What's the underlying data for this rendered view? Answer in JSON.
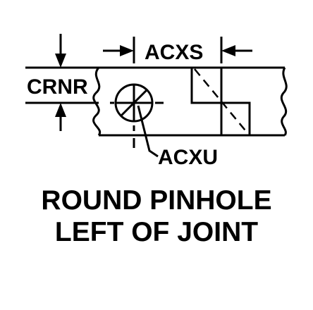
{
  "labels": {
    "crnr": "CRNR",
    "acxs": "ACXS",
    "acxu": "ACXU"
  },
  "caption": {
    "line1": "ROUND PINHOLE",
    "line2": "LEFT OF JOINT"
  }
}
